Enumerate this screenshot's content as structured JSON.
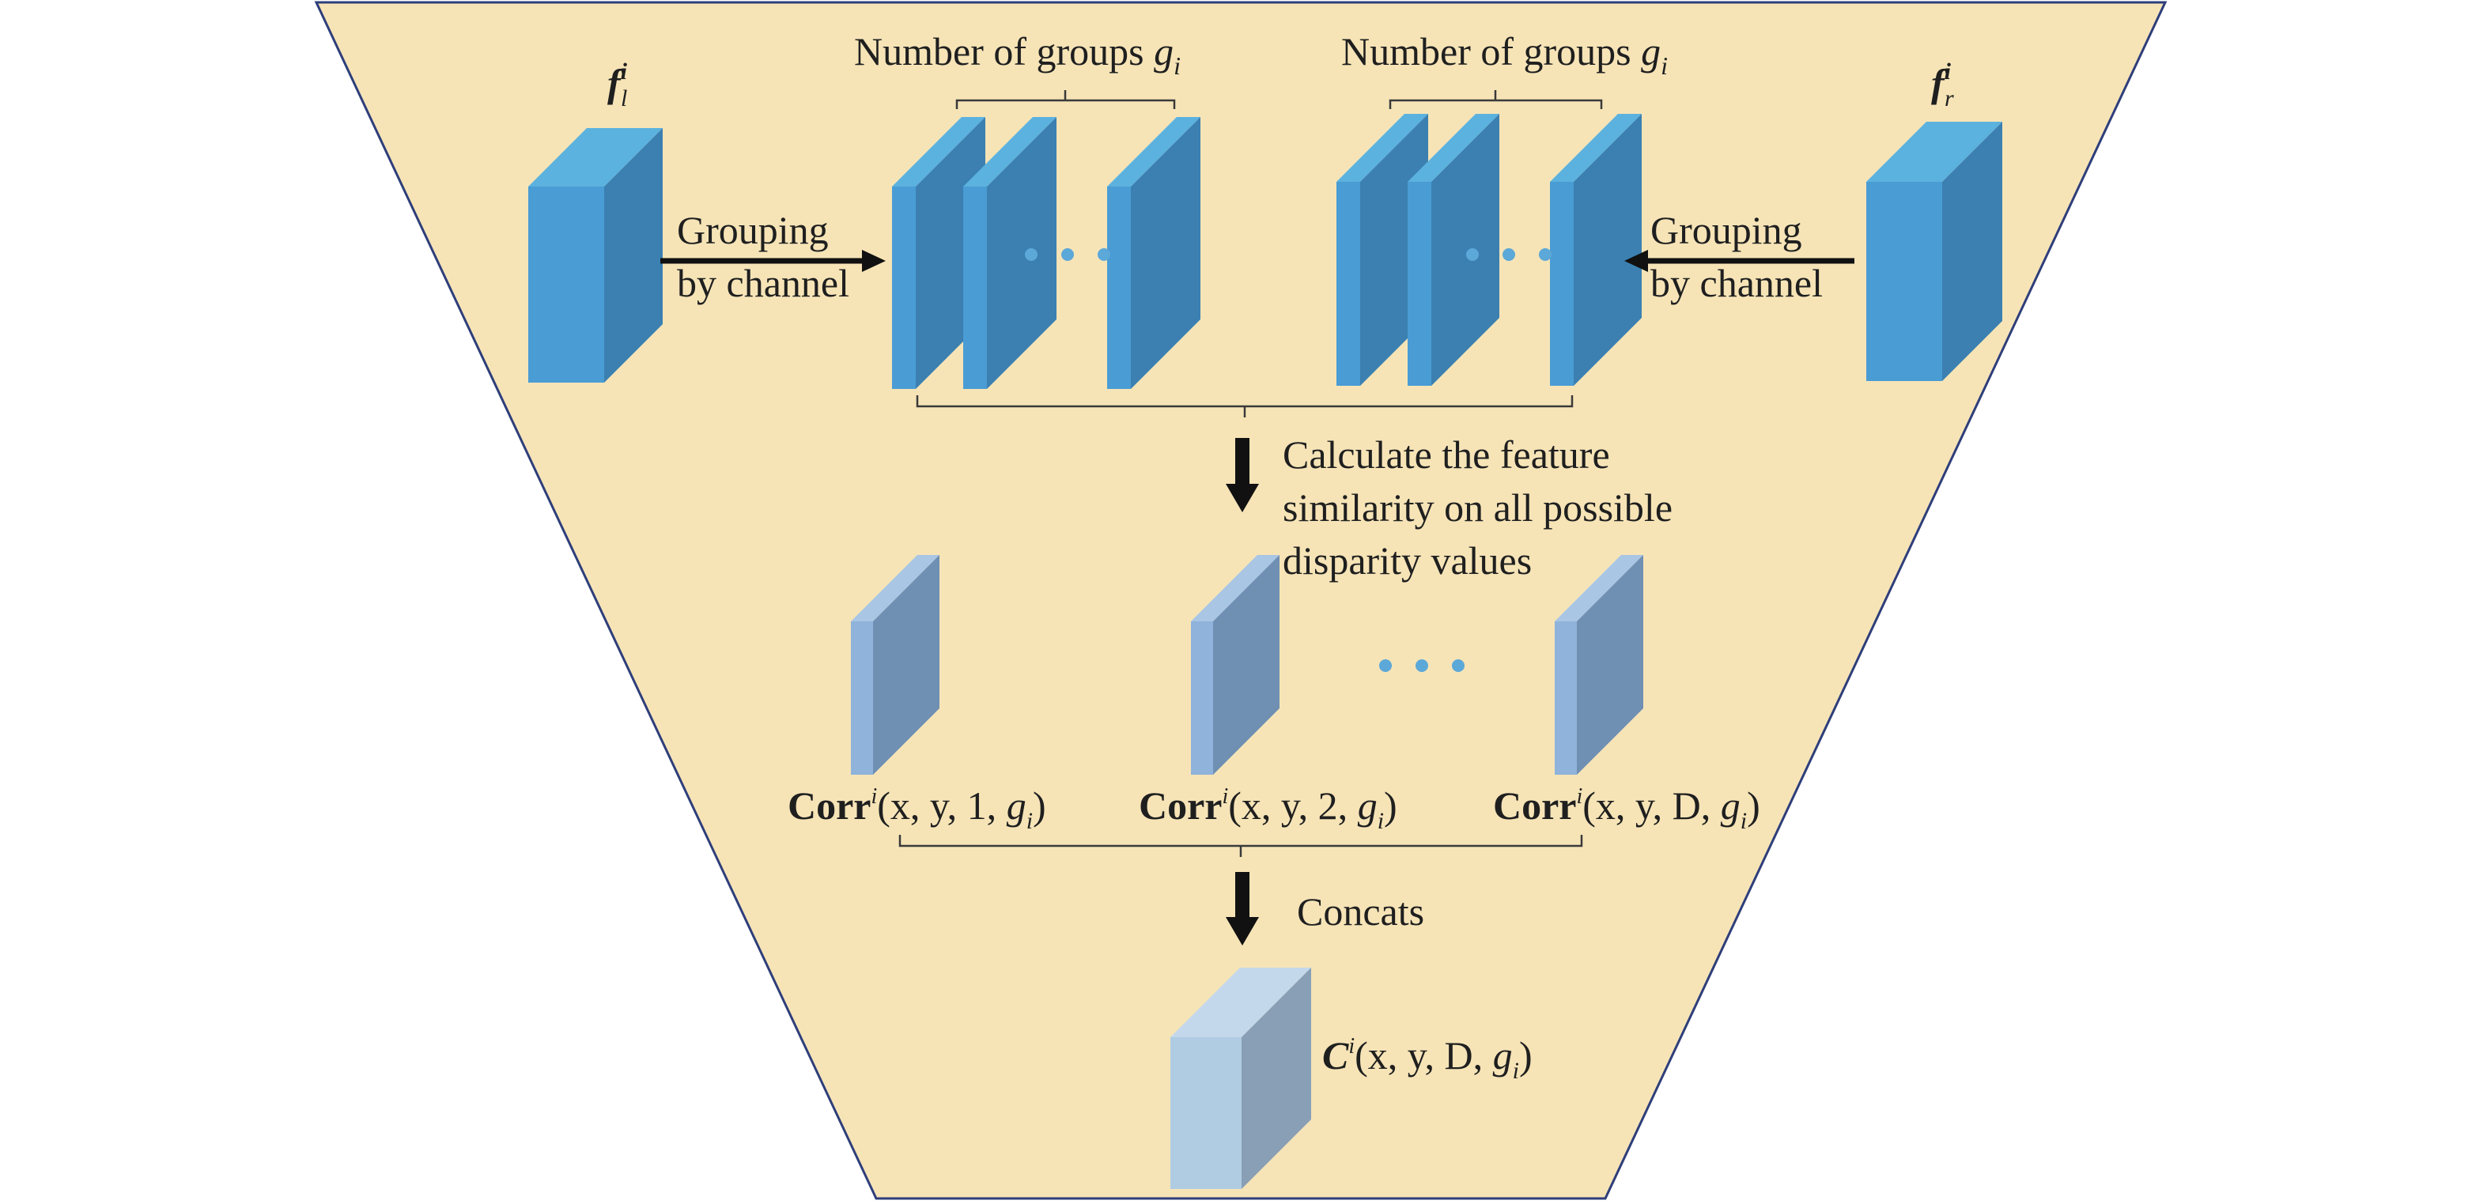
{
  "colors": {
    "background_fill": "#F6E4B7",
    "trapezoid_stroke": "#2E3E7A",
    "block_front": "#4A9CD4",
    "block_top": "#5CB2DE",
    "block_side": "#3B80B1",
    "corr_front": "#8FB3DA",
    "corr_top": "#A9C6E4",
    "corr_side": "#6F8FB3",
    "output_front": "#AFCCE3",
    "output_top": "#C3D8EA",
    "output_side": "#889FB6",
    "arrow": "#111111",
    "dots": "#5CA8D8"
  },
  "labels": {
    "left_feature": {
      "base": "f",
      "sup": "i",
      "sub": "l"
    },
    "right_feature": {
      "base": "f",
      "sup": "i",
      "sub": "r"
    },
    "groups_left": {
      "text": "Number of groups ",
      "var": "g",
      "sub": "i"
    },
    "groups_right": {
      "text": "Number of groups ",
      "var": "g",
      "sub": "i"
    },
    "grouping_left": [
      "Grouping",
      "by channel"
    ],
    "grouping_right": [
      "Grouping",
      "by channel"
    ],
    "calc": [
      "Calculate the feature",
      "similarity on all possible",
      "disparity values"
    ],
    "corr1": {
      "name": "Corr",
      "sup": "i",
      "args": "(x, y, 1, ",
      "g": "g",
      "sub": "i",
      "close": ")"
    },
    "corr2": {
      "name": "Corr",
      "sup": "i",
      "args": "(x, y, 2, ",
      "g": "g",
      "sub": "i",
      "close": ")"
    },
    "corrD": {
      "name": "Corr",
      "sup": "i",
      "args": "(x, y, D, ",
      "g": "g",
      "sub": "i",
      "close": ")"
    },
    "concats": "Concats",
    "output": {
      "name": "C",
      "sup": "i",
      "args": "(x, y, D, ",
      "g": "g",
      "sub": "i",
      "close": ")"
    }
  },
  "icons": {
    "ellipsis": "horizontal-ellipsis-dots",
    "arrow_right": "arrow-right",
    "arrow_left": "arrow-left",
    "arrow_down": "arrow-down"
  }
}
